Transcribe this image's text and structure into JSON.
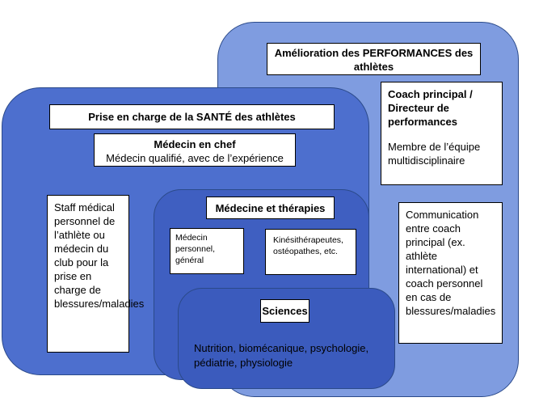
{
  "performance": {
    "title": "Amélioration des PERFORMANCES des athlètes",
    "coach_title": "Coach principal / Directeur de performances",
    "coach_text": "Membre de l’équipe multidisciplinaire",
    "communication_text": "Communication entre coach principal (ex. athlète international) et coach personnel en cas de blessures/maladies"
  },
  "sante": {
    "title": "Prise en charge de la SANTÉ des athlètes",
    "chef_title": "Médecin en chef",
    "chef_text": "Médecin qualifié, avec de l’expérience",
    "staff_text": "Staff médical personnel de l’athlète ou médecin du club pour la prise en charge de blessures/maladies"
  },
  "medecine": {
    "title": "Médecine et thérapies",
    "medecin_text": "Médecin personnel, général",
    "kine_text": "Kinésithérapeutes, ostéopathes, etc."
  },
  "sciences": {
    "title": "Sciences",
    "text": "Nutrition, biomécanique, psychologie, pédiatrie, physiologie"
  },
  "colors": {
    "performance_region": "#7f9ce0",
    "sante_region": "#4d6fce",
    "medecine_region": "#3f5fc1",
    "sciences_region": "#3b5bbd"
  }
}
